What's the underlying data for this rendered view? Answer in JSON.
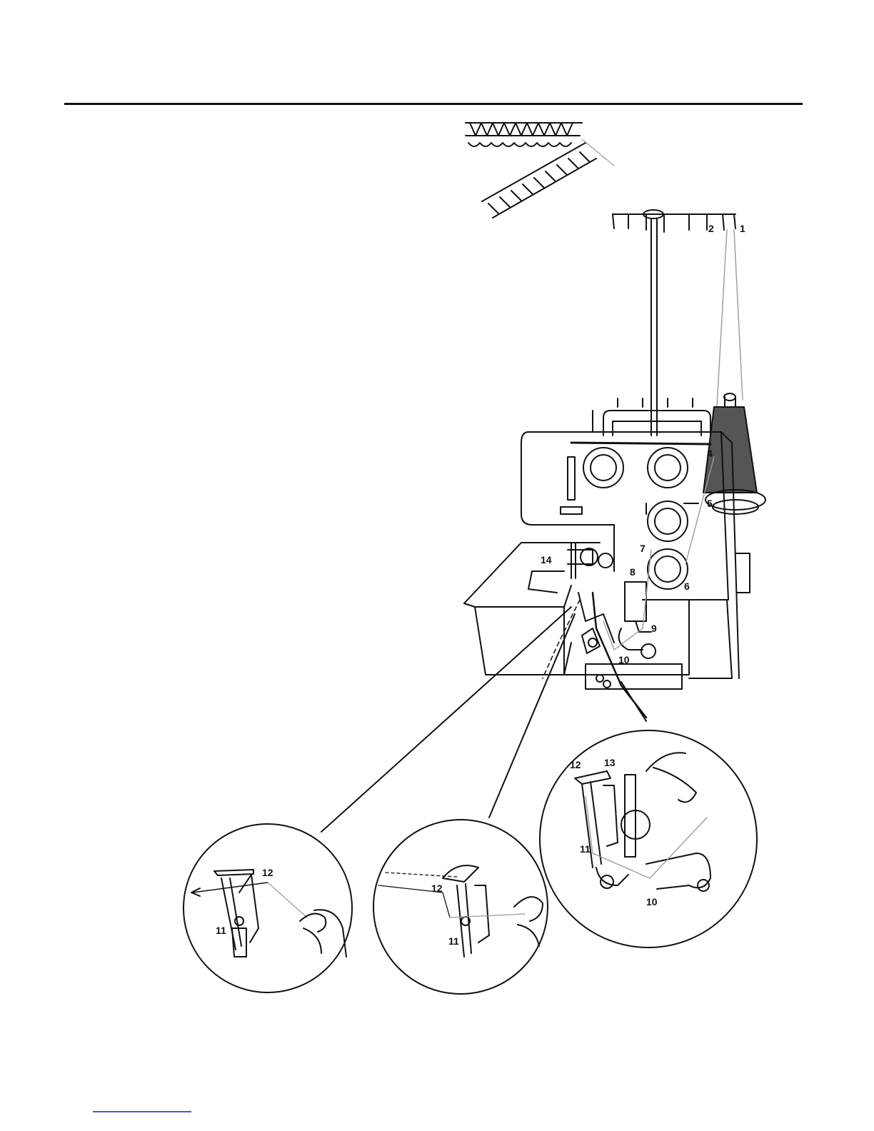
{
  "callouts": {
    "c1": "1",
    "c2": "2",
    "c4": "4",
    "c5": "5",
    "c6": "6",
    "c7": "7",
    "c8": "8",
    "c9": "9",
    "c10": "10",
    "c14": "14",
    "d1_12": "12",
    "d1_11": "11",
    "d2_12": "12",
    "d2_11": "11",
    "d3_12": "12",
    "d3_13": "13",
    "d3_11": "11",
    "d3_10": "10"
  },
  "colors": {
    "ink": "#111111",
    "cone": "#555555",
    "thread": "#9a9a9a",
    "link": "#3a5bd0"
  }
}
